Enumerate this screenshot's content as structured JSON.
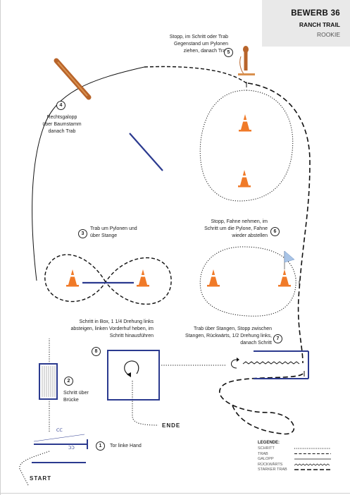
{
  "header": {
    "title": "BEWERB 36",
    "subtitle": "RANCH TRAIL",
    "level": "ROOKIE"
  },
  "stations": [
    {
      "number": "1",
      "text": "Tor linke Hand"
    },
    {
      "number": "2",
      "text": "Schritt über Brücke"
    },
    {
      "number": "3",
      "text": "Trab um Pylonen und über Stange"
    },
    {
      "number": "4",
      "text": "Rechtsgalopp über Baumstamm danach Trab"
    },
    {
      "number": "5",
      "text": "Stopp, im Schritt oder Trab Gegenstand um Pylonen ziehen, danach Trab"
    },
    {
      "number": "6",
      "text": "Stopp, Fahne nehmen, im Schritt um die Pylone, Fahne wieder abstellen"
    },
    {
      "number": "7",
      "text": "Trab über Stangen, Stopp zwischen Stangen, Rückwärts, 1/2 Drehung links, danach Schritt"
    },
    {
      "number": "8",
      "text": "Schritt in Box, 1 1/4 Drehung links absteigen, linken Vorderhuf heben, im Schritt hinausführen"
    }
  ],
  "labels": {
    "start": "START",
    "end": "ENDE"
  },
  "legend": {
    "title": "LEGENDE:",
    "items": [
      "SCHRITT",
      "TRAB",
      "GALOPP",
      "RÜCKWÄRTS",
      "STARKER TRAB"
    ]
  },
  "colors": {
    "pole": "#2b3a8f",
    "cone": "#f07a28",
    "log": "#b8642a",
    "flag": "#a9c4e6",
    "path": "#111111",
    "header_bg": "#e9e9e9"
  }
}
